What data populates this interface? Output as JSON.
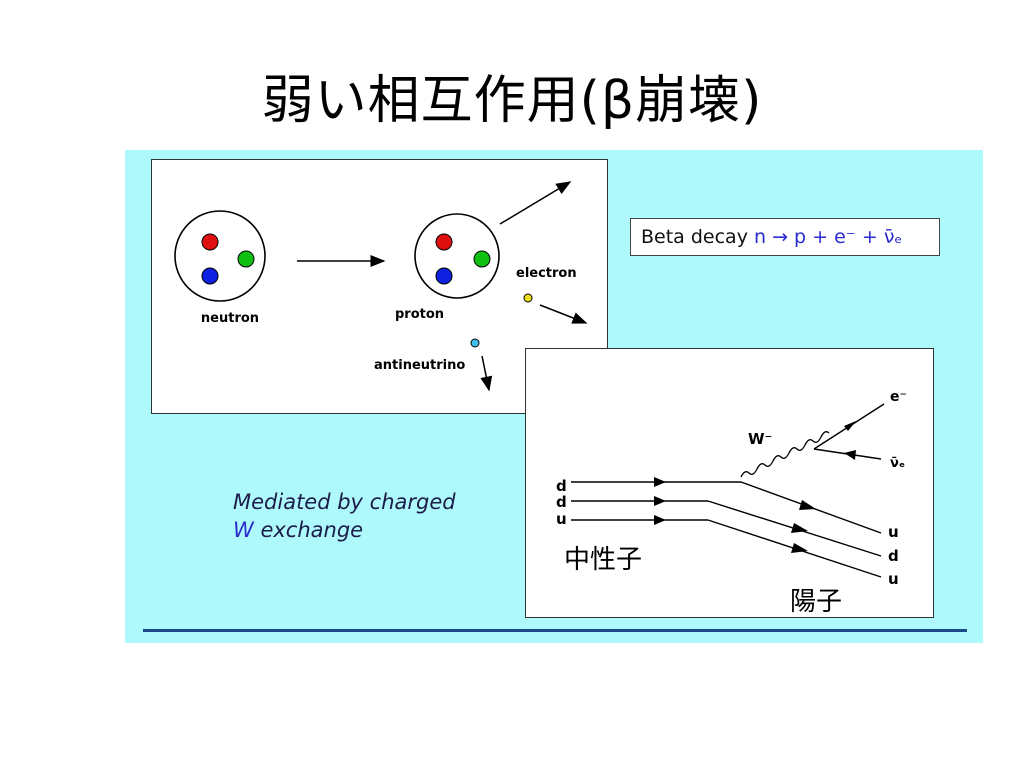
{
  "title": "弱い相互作用(β崩壊)",
  "top_panel": {
    "labels": {
      "neutron": "neutron",
      "proton": "proton",
      "electron": "electron",
      "antineutrino": "antineutrino"
    },
    "colors": {
      "red": "#e01010",
      "green": "#10c010",
      "blue": "#1020e0",
      "electron": "#f0e020",
      "antineutrino": "#40c0f0"
    }
  },
  "equation": {
    "label": "Beta decay",
    "formula": "n → p + e⁻ + ν̄ₑ"
  },
  "caption": {
    "line1": "Mediated by charged",
    "line2_w": "W",
    "line2_rest": " exchange"
  },
  "feynman": {
    "in_quarks": [
      "d",
      "d",
      "u"
    ],
    "out_quarks": [
      "u",
      "d",
      "u"
    ],
    "boson": "W⁻",
    "electron": "e⁻",
    "antineutrino": "ν̄ₑ",
    "neutron_jp": "中性子",
    "proton_jp": "陽子"
  },
  "colors": {
    "background": "#aef9fb",
    "rule": "#1a4a86",
    "formula": "#2b2bd0"
  }
}
